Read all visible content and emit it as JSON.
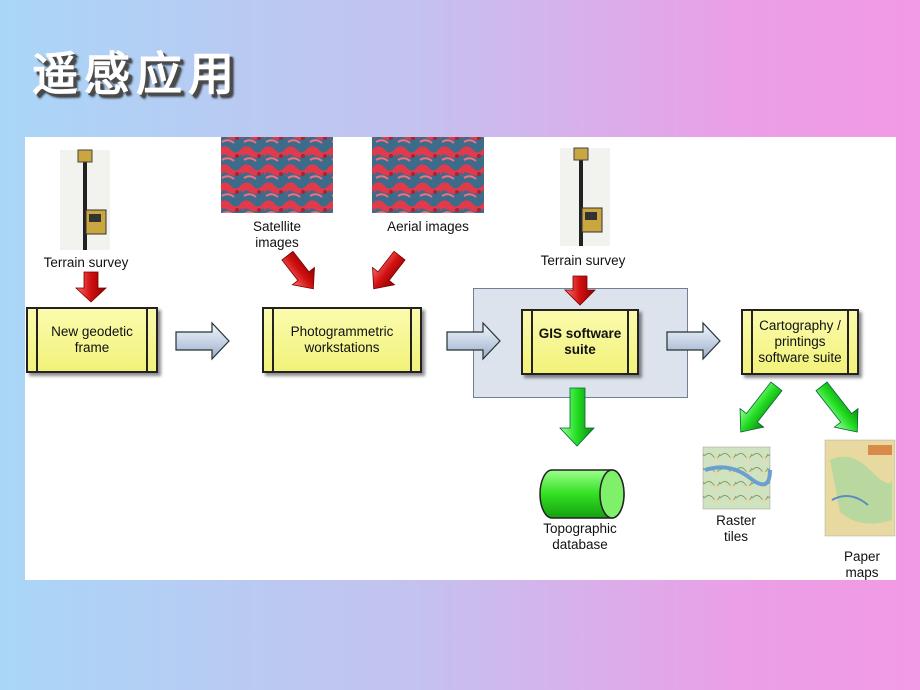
{
  "slide": {
    "title": "遥感应用"
  },
  "diagram": {
    "boxes": {
      "geodetic": "New geodetic\nframe",
      "photogrammetric": "Photogrammetric\nworkstations",
      "gis": "GIS software\nsuite",
      "cartography": "Cartography /\nprintings\nsoftware suite"
    },
    "labels": {
      "terrain_survey_left": "Terrain survey",
      "terrain_survey_right": "Terrain survey",
      "satellite_images": "Satellite\nimages",
      "aerial_images": "Aerial images",
      "topographic_database": "Topographic\ndatabase",
      "raster_tiles": "Raster\ntiles",
      "paper_maps": "Paper\nmaps"
    },
    "colors": {
      "box_fill": "#f4f48a",
      "red_arrow": "#e01818",
      "green_arrow": "#22dd22",
      "grey_arrow": "#c8d4e6",
      "highlight": "#dde3ec"
    }
  }
}
